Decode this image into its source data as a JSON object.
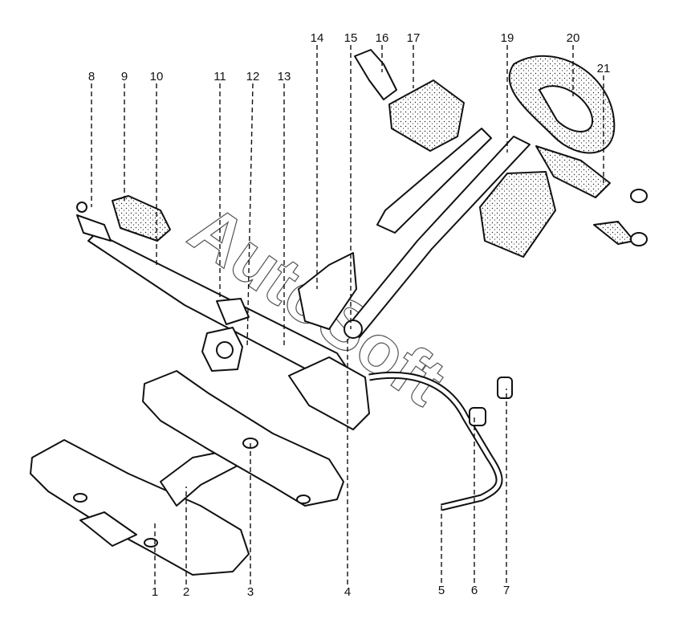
{
  "diagram": {
    "watermark": "AutoSoft",
    "callouts": [
      "1",
      "2",
      "3",
      "4",
      "5",
      "6",
      "7",
      "8",
      "9",
      "10",
      "11",
      "12",
      "13",
      "14",
      "15",
      "16",
      "17",
      "19",
      "20",
      "21"
    ]
  }
}
